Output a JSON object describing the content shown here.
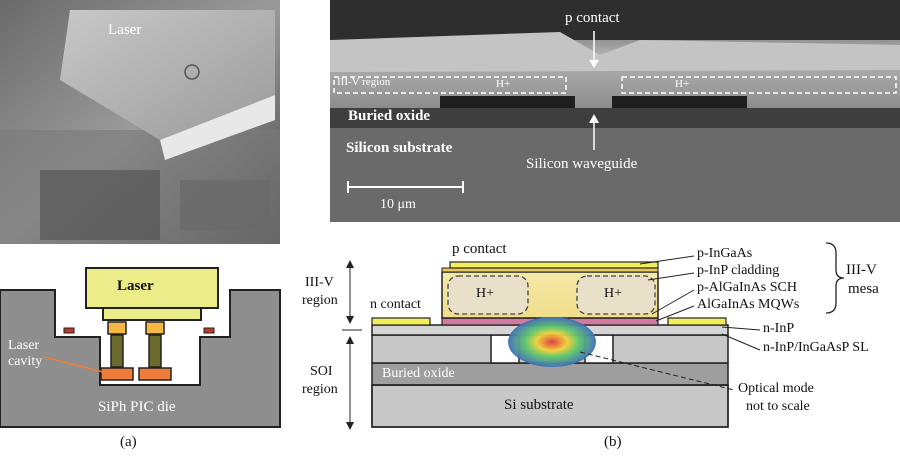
{
  "panel_a": {
    "sem_label": "Laser",
    "schematic": {
      "laser": "Laser",
      "laser_cavity_line1": "Laser",
      "laser_cavity_line2": "cavity",
      "die": "SiPh PIC die"
    },
    "caption": "(a)"
  },
  "panel_b": {
    "sem": {
      "p_contact": "p contact",
      "iii_v_region": "III-V region",
      "h_plus_1": "H+",
      "h_plus_2": "H+",
      "buried_oxide": "Buried oxide",
      "silicon_substrate": "Silicon substrate",
      "silicon_waveguide": "Silicon waveguide",
      "scale_bar": "10 μm"
    },
    "schematic": {
      "p_contact": "p contact",
      "n_contact": "n contact",
      "iii_v_region_line1": "III-V",
      "iii_v_region_line2": "region",
      "soi_region_line1": "SOI",
      "soi_region_line2": "region",
      "h_plus_1": "H+",
      "h_plus_2": "H+",
      "buried_oxide": "Buried oxide",
      "si_substrate": "Si substrate",
      "layers": {
        "p_ingaas": "p-InGaAs",
        "p_inp": "p-InP cladding",
        "p_algainas": "p-AlGaInAs SCH",
        "mqws": "AlGaInAs MQWs",
        "n_inp": "n-InP",
        "n_inp_sl": "n-InP/InGaAsP SL"
      },
      "mesa_line1": "III-V",
      "mesa_line2": "mesa",
      "optical_mode_line1": "Optical mode",
      "optical_mode_line2": "not to scale"
    },
    "caption": "(b)"
  },
  "colors": {
    "laser_yellow": "#ecec88",
    "pad_orange": "#f4b942",
    "pillar_olive": "#6b6b2d",
    "cavity_orange": "#ee7d3b",
    "die_gray": "#8e8e8e",
    "soi_gray": "#c8c8c8",
    "box_gray": "#9e9e9e",
    "mesa_yellow": "#f2e28a",
    "mqw_pink": "#d07aa0",
    "contact_yellow": "#f3ef5a"
  }
}
